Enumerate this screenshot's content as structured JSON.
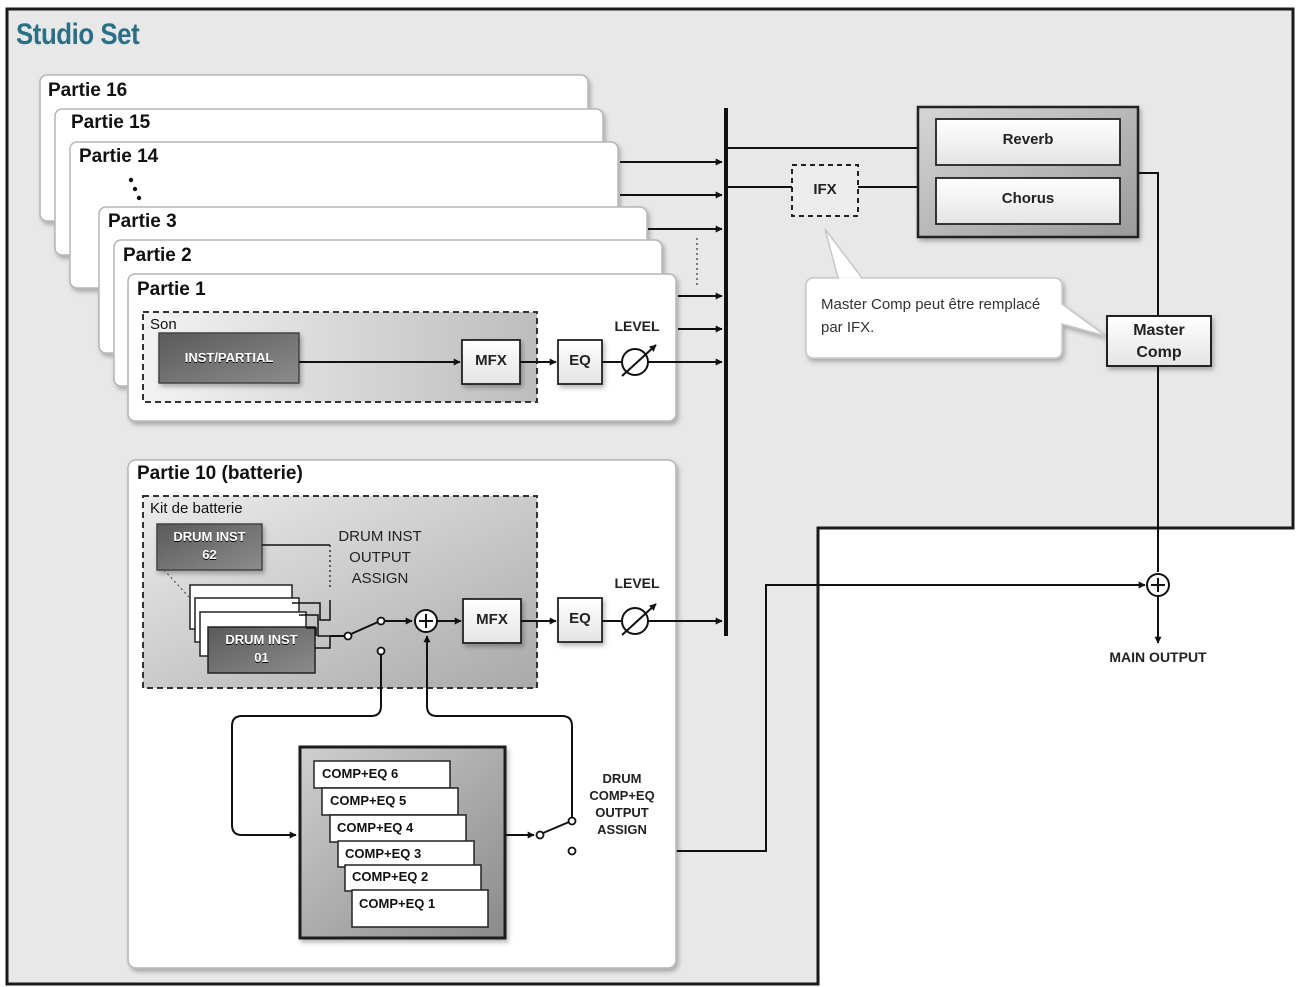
{
  "title": "Studio Set",
  "parts_stack": [
    "Partie 16",
    "Partie 15",
    "Partie 14",
    "Partie 3",
    "Partie 2",
    "Partie 1"
  ],
  "part1": {
    "son_label": "Son",
    "inst_partial": "INST/PARTIAL",
    "mfx": "MFX",
    "eq": "EQ",
    "level": "LEVEL"
  },
  "effects": {
    "reverb": "Reverb",
    "chorus": "Chorus",
    "ifx": "IFX",
    "master_comp_line1": "Master",
    "master_comp_line2": "Comp",
    "note": "Master Comp peut être remplacé par IFX."
  },
  "drum_part": {
    "title": "Partie 10 (batterie)",
    "kit_label": "Kit de batterie",
    "drum_inst_62_line1": "DRUM INST",
    "drum_inst_62_line2": "62",
    "drum_inst_01_line1": "DRUM INST",
    "drum_inst_01_line2": "01",
    "output_assign_line1": "DRUM INST",
    "output_assign_line2": "OUTPUT",
    "output_assign_line3": "ASSIGN",
    "mfx": "MFX",
    "eq": "EQ",
    "level": "LEVEL",
    "comp_eq": [
      "COMP+EQ 6",
      "COMP+EQ 5",
      "COMP+EQ 4",
      "COMP+EQ 3",
      "COMP+EQ 2",
      "COMP+EQ 1"
    ],
    "comp_assign_line1": "DRUM",
    "comp_assign_line2": "COMP+EQ",
    "comp_assign_line3": "OUTPUT",
    "comp_assign_line4": "ASSIGN"
  },
  "main_output": "MAIN OUTPUT"
}
